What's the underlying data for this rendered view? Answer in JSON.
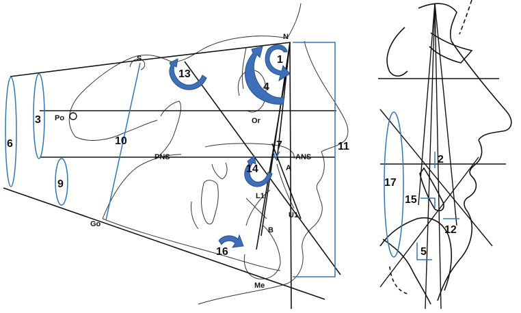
{
  "colors": {
    "line": "#111111",
    "trace": "#333333",
    "accent_blue": "#2E75B6",
    "arrow_fill": "#3F6FB8",
    "arrow_stroke": "#2A4F8A",
    "background": "#FFFFFF"
  },
  "landmarks": {
    "N": "N",
    "S": "S",
    "Po": "Po",
    "Or": "Or",
    "PNS": "PNS",
    "ANS": "ANS",
    "A": "A",
    "L1": "L1",
    "U1": "U1",
    "B": "B",
    "Go": "Go",
    "Me": "Me"
  },
  "numbers": {
    "n1": "1",
    "n2": "2",
    "n3": "3",
    "n4": "4",
    "n5": "5",
    "n6": "6",
    "n7": "7",
    "n9": "9",
    "n10": "10",
    "n11": "11",
    "n12": "12",
    "n13": "13",
    "n14": "14",
    "n15": "15",
    "n16": "16",
    "n17": "17"
  }
}
